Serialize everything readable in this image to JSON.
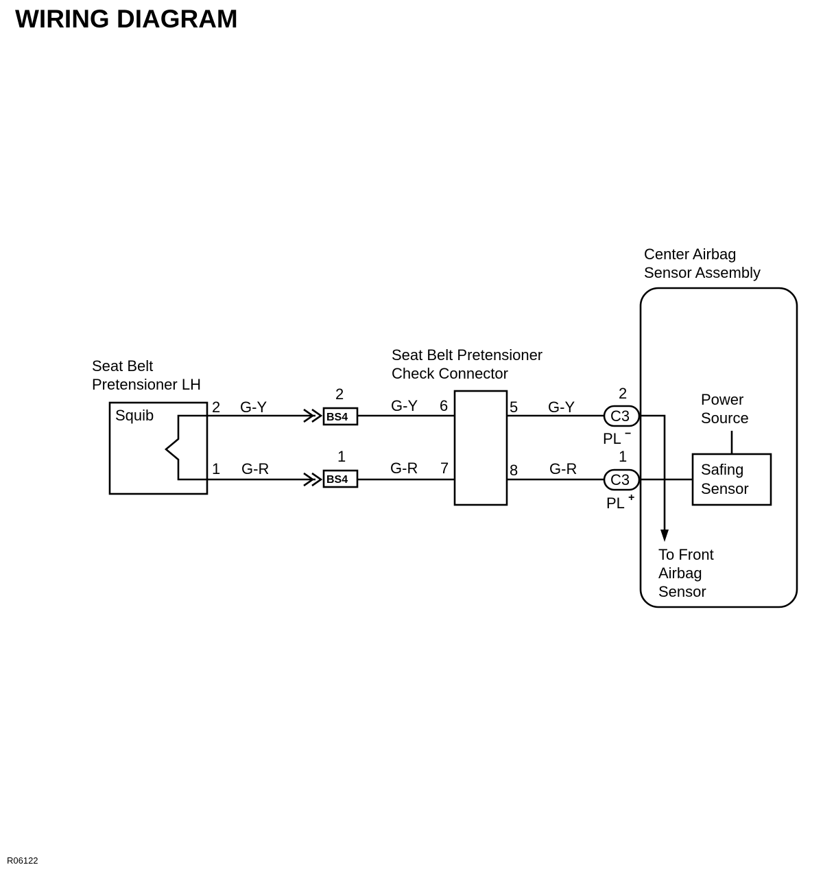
{
  "title": "WIRING DIAGRAM",
  "figure_code": "R06122",
  "pretensioner": {
    "label_line1": "Seat Belt",
    "label_line2": "Pretensioner LH",
    "inner_label": "Squib"
  },
  "check_connector": {
    "label_line1": "Seat Belt Pretensioner",
    "label_line2": "Check Connector"
  },
  "sensor_assembly": {
    "label_line1": "Center Airbag",
    "label_line2": "Sensor Assembly"
  },
  "power_source": {
    "line1": "Power",
    "line2": "Source"
  },
  "safing_sensor": {
    "line1": "Safing",
    "line2": "Sensor"
  },
  "front_sensor": {
    "line1": "To Front",
    "line2": "Airbag",
    "line3": "Sensor"
  },
  "upper_circuit": {
    "squib_pin": "2",
    "wire_color_1": "G-Y",
    "bs4_pin": "2",
    "bs4_label": "BS4",
    "wire_color_2": "G-Y",
    "check_in_pin": "6",
    "check_out_pin": "5",
    "wire_color_3": "G-Y",
    "c3_pin": "2",
    "c3_label": "C3",
    "pl_label": "PL",
    "pl_sign": "−"
  },
  "lower_circuit": {
    "squib_pin": "1",
    "wire_color_1": "G-R",
    "bs4_pin": "1",
    "bs4_label": "BS4",
    "wire_color_2": "G-R",
    "check_in_pin": "7",
    "check_out_pin": "8",
    "wire_color_3": "G-R",
    "c3_pin": "1",
    "c3_label": "C3",
    "pl_label": "PL",
    "pl_sign": "+"
  }
}
